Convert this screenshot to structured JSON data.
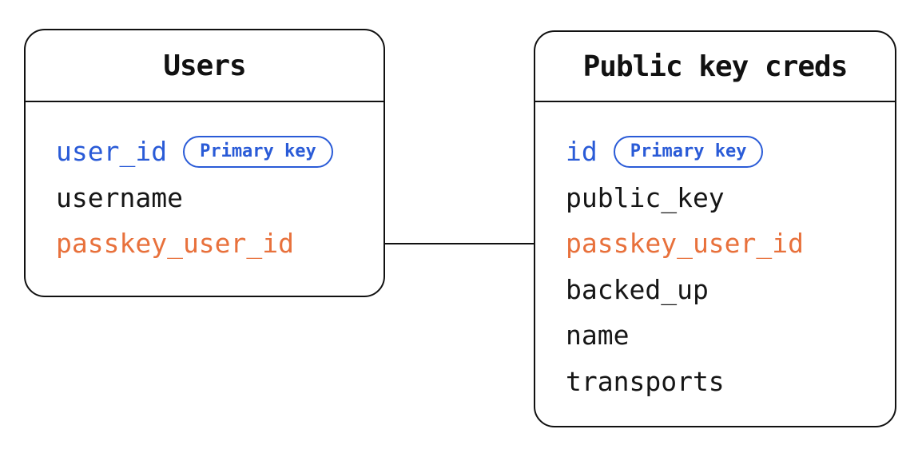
{
  "diagram": {
    "type": "entity-relationship",
    "background": "#ffffff",
    "colors": {
      "stroke": "#111111",
      "text": "#161616",
      "primary_key_blue": "#2a5bd7",
      "foreign_key_orange": "#e8713c"
    },
    "tables": [
      {
        "title": "Users",
        "fields": [
          {
            "name": "user_id",
            "color": "blue",
            "badge": "Primary key"
          },
          {
            "name": "username",
            "color": "black"
          },
          {
            "name": "passkey_user_id",
            "color": "orange"
          }
        ]
      },
      {
        "title": "Public key creds",
        "fields": [
          {
            "name": "id",
            "color": "blue",
            "badge": "Primary key"
          },
          {
            "name": "public_key",
            "color": "black"
          },
          {
            "name": "passkey_user_id",
            "color": "orange"
          },
          {
            "name": "backed_up",
            "color": "black"
          },
          {
            "name": "name",
            "color": "black"
          },
          {
            "name": "transports",
            "color": "black"
          }
        ]
      }
    ],
    "relationship": {
      "from_table": "Users",
      "from_field": "passkey_user_id",
      "to_table": "Public key creds",
      "to_field": "passkey_user_id"
    }
  }
}
